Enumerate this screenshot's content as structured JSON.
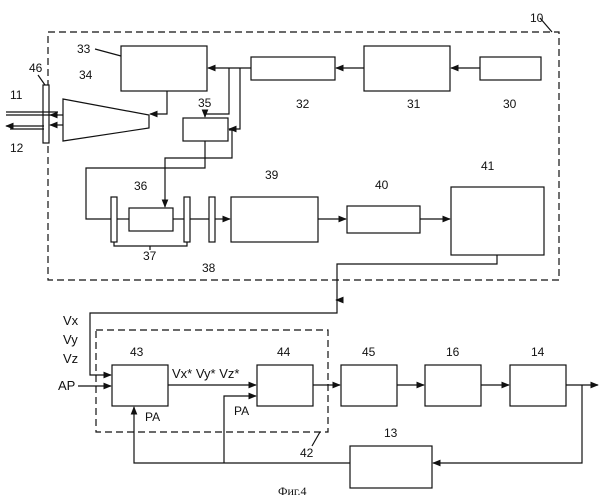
{
  "labels": {
    "n10": "10",
    "n11": "11",
    "n12": "12",
    "n46": "46",
    "n33": "33",
    "n34": "34",
    "n35": "35",
    "n32": "32",
    "n31": "31",
    "n30": "30",
    "n36": "36",
    "n37": "37",
    "n38": "38",
    "n39": "39",
    "n40": "40",
    "n41": "41",
    "n43": "43",
    "n44": "44",
    "n45": "45",
    "n16": "16",
    "n14": "14",
    "n13": "13",
    "n42": "42",
    "vx": "Vx",
    "vy": "Vy",
    "vz": "Vz",
    "ap": "AP",
    "vstar": "Vx* Vy* Vz*",
    "pa1": "PA",
    "pa2": "PA",
    "caption": "Фиг.4"
  }
}
